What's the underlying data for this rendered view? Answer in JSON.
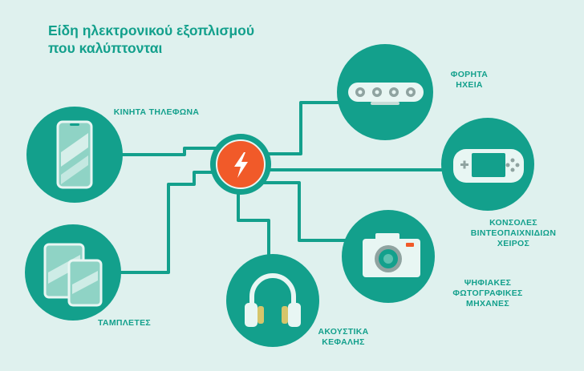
{
  "title": {
    "line1": "Είδη ηλεκτρονικού εξοπλισμού",
    "line2": "που καλύπτονται"
  },
  "devices": {
    "phones": {
      "label": "ΚΙΝΗΤΑ ΤΗΛΕΦΩΝΑ",
      "icon": "smartphone-icon"
    },
    "tablets": {
      "label": "ΤΑΜΠΛΕΤΕΣ",
      "icon": "tablets-icon"
    },
    "headphones": {
      "line1": "ΑΚΟΥΣΤΙΚΑ",
      "line2": "ΚΕΦΑΛΗΣ",
      "icon": "headphones-icon"
    },
    "speakers": {
      "line1": "ΦΟΡΗΤΑ",
      "line2": "ΗΧΕΙΑ",
      "icon": "portable-speaker-icon"
    },
    "consoles": {
      "line1": "ΚΟΝΣΟΛΕΣ",
      "line2": "ΒΙΝΤΕΟΠΑΙΧΝΙΔΙΩΝ",
      "line3": "ΧΕΙΡΟΣ",
      "icon": "handheld-console-icon"
    },
    "cameras": {
      "line1": "ΨΗΦΙΑΚΕΣ",
      "line2": "ΦΩΤΟΓΡΑΦΙΚΕΣ",
      "line3": "ΜΗΧΑΝΕΣ",
      "icon": "camera-icon"
    }
  },
  "hub": {
    "icon": "lightning-bolt-icon"
  },
  "colors": {
    "background": "#dff1ee",
    "teal": "#13a08c",
    "hub_orange": "#f15a29",
    "icon_light": "#e8f6f3",
    "icon_mint": "#8fd3c5"
  }
}
